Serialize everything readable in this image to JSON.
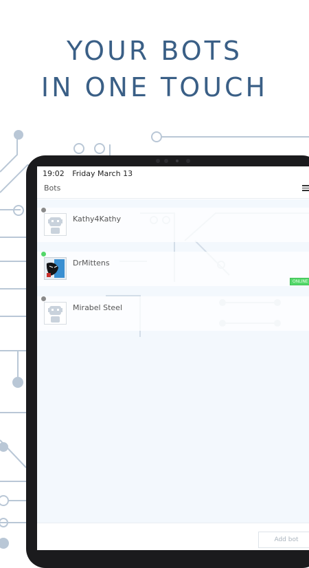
{
  "headline": {
    "line1": "YOUR BOTS",
    "line2": "IN ONE TOUCH"
  },
  "colors": {
    "headline": "#3a5f86",
    "online": "#53d769",
    "offline": "#8a8a8a",
    "circuit": "#b9c7d6"
  },
  "status_bar": {
    "time": "19:02",
    "date": "Friday March 13"
  },
  "header": {
    "title": "Bots",
    "menu_icon": "hamburger-icon"
  },
  "bots": [
    {
      "name": "Kathy4Kathy",
      "status": "offline",
      "avatar": "robot-avatar-icon"
    },
    {
      "name": "DrMittens",
      "status": "online",
      "avatar": "cat-photo-avatar",
      "badge": "ONLINE"
    },
    {
      "name": "Mirabel Steel",
      "status": "offline",
      "avatar": "robot-avatar-icon"
    }
  ],
  "footer": {
    "add_bot_label": "Add bot"
  }
}
